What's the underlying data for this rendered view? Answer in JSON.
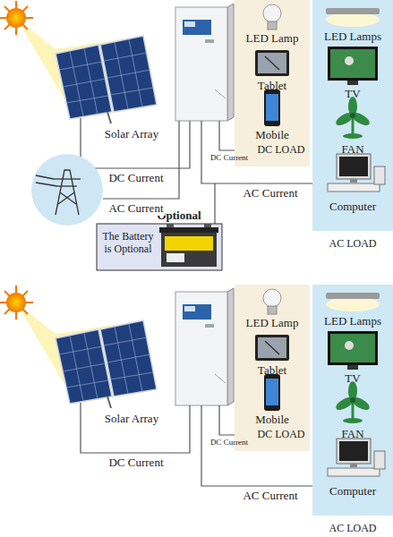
{
  "diagram": {
    "nodes": [
      {
        "text": [
          "Solar Array"
        ]
      },
      {
        "text": [
          "LED Lamp",
          "Tablet",
          "Mobile",
          "DC LOAD"
        ]
      },
      {
        "text": [
          "LED Lamps",
          "TV",
          "FAN",
          "Computer",
          "AC LOAD"
        ]
      },
      {
        "text": [
          "Optional",
          "The Battery is Optional"
        ]
      },
      {
        "text": [
          "Solar Array"
        ]
      },
      {
        "text": [
          "LED Lamp",
          "Tablet",
          "Mobile",
          "DC LOAD"
        ]
      },
      {
        "text": [
          "LED Lamps",
          "TV",
          "FAN",
          "Computer",
          "AC LOAD"
        ]
      }
    ],
    "labels": [
      "DC Current",
      "AC Current",
      "DC Current",
      "AC Current",
      "DC Current",
      "DC Current",
      "AC Current"
    ]
  }
}
